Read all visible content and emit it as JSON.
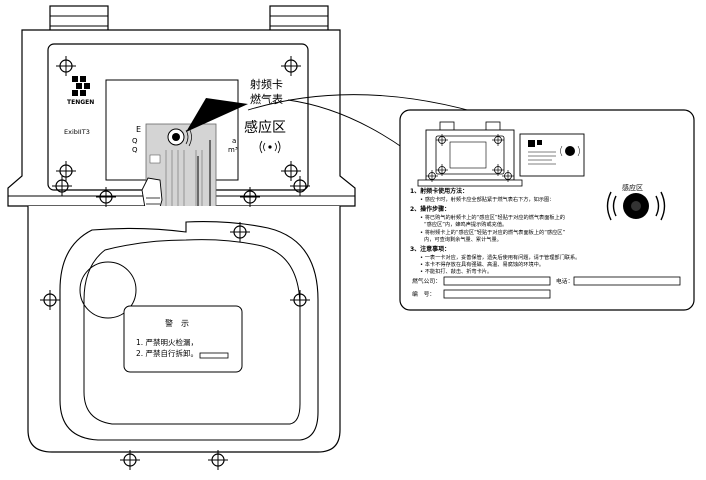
{
  "meter": {
    "brand": "TENGEN",
    "model": "ExibIIT3",
    "product_name_line1": "射频卡",
    "product_name_line2": "燃气表",
    "sense_zone_label": "感应区",
    "display_fragments": [
      "E",
      "Q",
      "Q",
      "a",
      "m³"
    ]
  },
  "warning_plate": {
    "title": "警　示",
    "line1": "1. 严禁明火检漏，",
    "line2": "2. 严禁自行拆卸。"
  },
  "instruction_card": {
    "sense_zone_label": "感应区",
    "section1_title": "1、射频卡使用方法：",
    "section1_items": [
      "• 感应卡时，射频卡应全部贴紧于燃气表右下方，如示图："
    ],
    "section2_title": "2、操作步骤：",
    "section2_items": [
      "• 将已购气的射频卡上的“感应区”轻贴于对应的燃气表面板上的",
      "“感应区”内，蜂鸣声提示购或充值。",
      "• 将射频卡上的“感应区”轻贴于对应的燃气表面板上的“感应区”",
      "内，可查询剩余气量、累计气量。"
    ],
    "section3_title": "3、注意事项：",
    "section3_items": [
      "• 一表一卡对应，妥善保管，遗失后使用有问题，请于管理部门联系。",
      "• 本卡不得存放在具有强磁、高温、易腐蚀的环境中。",
      "• 不能扣打、敲击、折弯卡片。"
    ],
    "field_company_label": "燃气公司：",
    "field_phone_label": "电话：",
    "field_number_label": "编　号："
  }
}
